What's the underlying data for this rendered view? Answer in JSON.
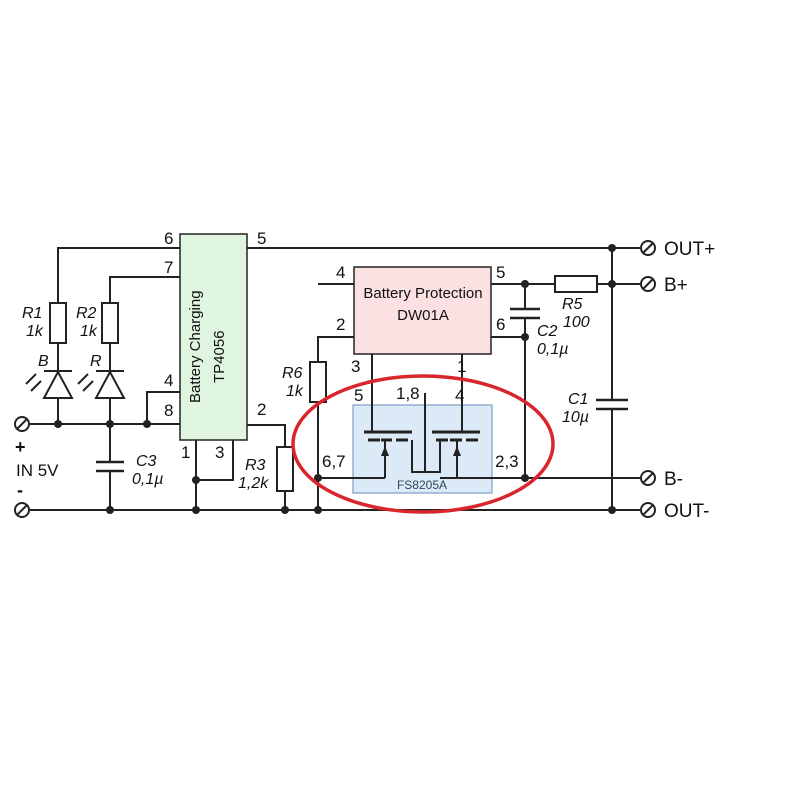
{
  "chips": {
    "tp4056": {
      "name": "Battery Charging",
      "part": "TP4056"
    },
    "dw01a": {
      "name": "Battery Protection",
      "part": "DW01A"
    },
    "fs8205a": {
      "part": "FS8205A"
    }
  },
  "pins": {
    "tp_6": "6",
    "tp_5": "5",
    "tp_7": "7",
    "tp_4": "4",
    "tp_8": "8",
    "tp_1": "1",
    "tp_3": "3",
    "tp_2": "2",
    "dw_4": "4",
    "dw_5": "5",
    "dw_2": "2",
    "dw_6": "6",
    "dw_3": "3",
    "dw_1": "1",
    "fs_5": "5",
    "fs_18": "1,8",
    "fs_4": "4",
    "fs_67": "6,7",
    "fs_23": "2,3"
  },
  "components": {
    "r1": {
      "ref": "R1",
      "value": "1k"
    },
    "r2": {
      "ref": "R2",
      "value": "1k"
    },
    "r3": {
      "ref": "R3",
      "value": "1,2k"
    },
    "r5": {
      "ref": "R5",
      "value": "100"
    },
    "r6": {
      "ref": "R6",
      "value": "1k"
    },
    "c1": {
      "ref": "C1",
      "value": "10µ"
    },
    "c2": {
      "ref": "C2",
      "value": "0,1µ"
    },
    "c3": {
      "ref": "C3",
      "value": "0,1µ"
    },
    "led_b": "B",
    "led_r": "R"
  },
  "terminals": {
    "out_plus": "OUT+",
    "b_plus": "B+",
    "b_minus": "B-",
    "out_minus": "OUT-",
    "in_plus": "+",
    "in_label": "IN 5V",
    "in_minus": "-"
  },
  "colors": {
    "tp4056_fill": "#dff5df",
    "dw01a_fill": "#fbe1e1",
    "fs8205a_fill": "#dce9f7",
    "highlight": "#d9262c",
    "wire": "#222222"
  }
}
